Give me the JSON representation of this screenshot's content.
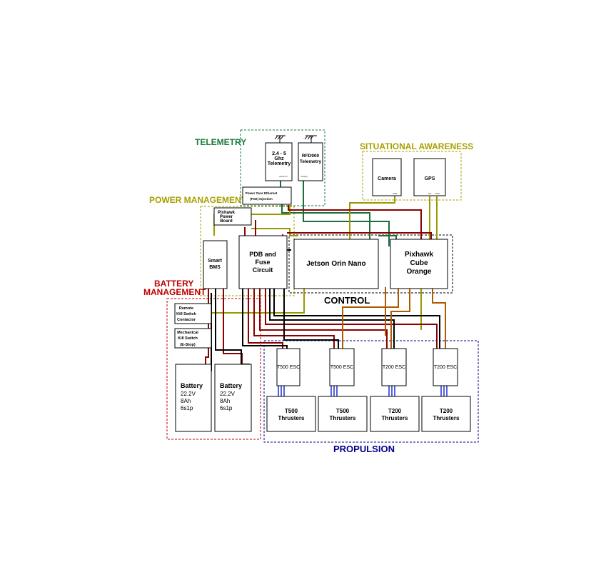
{
  "colors": {
    "telemetry": "#1a7a3c",
    "situational": "#a8a000",
    "power": "#a8a000",
    "battery": "#c00000",
    "control": "#000000",
    "propulsion": "#00008b",
    "wire_red": "#8b0000",
    "wire_black": "#000000",
    "wire_green": "#1a6e3a",
    "wire_olive": "#9a9a00",
    "wire_brown": "#b05a00",
    "wire_blue": "#1a2fcc"
  },
  "regions": {
    "telemetry": "TELEMETRY",
    "situational": "SITUATIONAL AWARENESS",
    "power": "POWER MANAGEMENT",
    "battery": "BATTERY MANAGEMENT",
    "battery_line1": "BATTERY",
    "battery_line2": "MANAGEMENT",
    "control": "CONTROL",
    "propulsion": "PROPULSION"
  },
  "components": {
    "telem24": [
      "2.4 - 5",
      "Ghz",
      "Telemetry"
    ],
    "telem24_port": "Ethernet",
    "rfd900": [
      "RFD900",
      "Telemetry"
    ],
    "rfd900_port": "Analog",
    "poe": [
      "Power Over Ethernet",
      "(PoE) Injection"
    ],
    "camera": "Camera",
    "camera_port": "USB",
    "gps": "GPS",
    "gps_port1": "I2C",
    "gps_port2": "GPS",
    "pixhawk_pb": [
      "Pixhawk",
      "Power",
      "Board"
    ],
    "smart_bms": [
      "Smart",
      "BMS"
    ],
    "pdb": [
      "PDB and",
      "Fuse",
      "Circuit"
    ],
    "jetson": "Jetson Orin Nano",
    "pixhawk_cube": [
      "Pixhawk",
      "Cube",
      "Orange"
    ],
    "remote_kill": [
      "Remote",
      "Kill Switch",
      "Contactor"
    ],
    "mech_kill": [
      "Mechanical",
      "Kill Switch",
      "(E-Stop)"
    ],
    "battery1": [
      "Battery",
      "22.2V",
      "8Ah",
      "6s1p"
    ],
    "battery2": [
      "Battery",
      "22.2V",
      "8Ah",
      "6s1p"
    ],
    "esc1": "T500 ESC",
    "esc2": "T500 ESC",
    "esc3": "T200 ESC",
    "esc4": "T200 ESC",
    "thr1": [
      "T500",
      "Thrusters"
    ],
    "thr2": [
      "T500",
      "Thrusters"
    ],
    "thr3": [
      "T200",
      "Thrusters"
    ],
    "thr4": [
      "T200",
      "Thrusters"
    ]
  }
}
